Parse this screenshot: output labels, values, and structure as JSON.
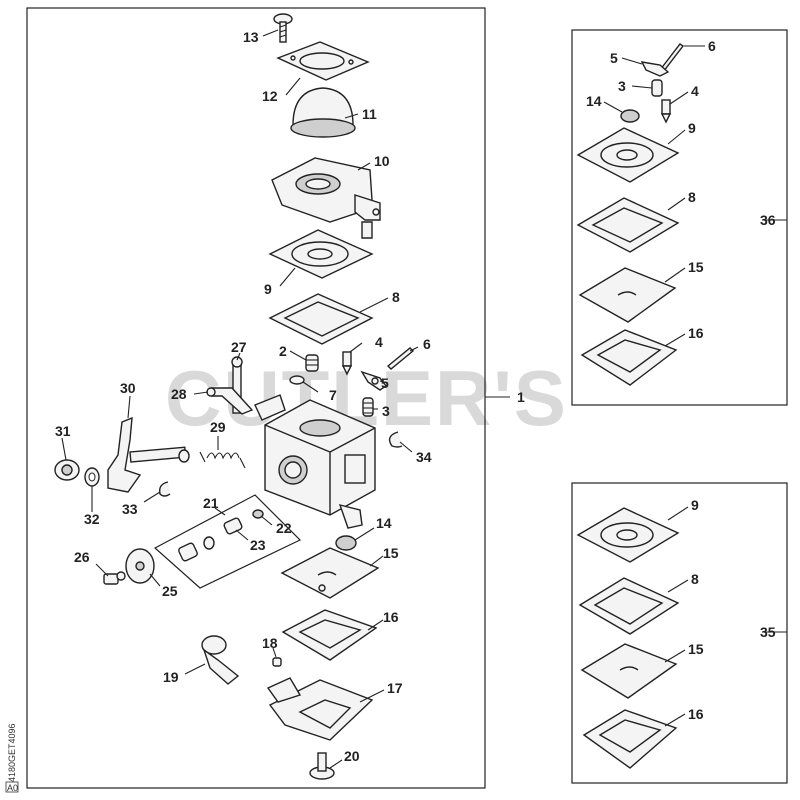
{
  "watermark": "CUTLER'S",
  "doc_code": "4180GET4096",
  "doc_tag": "A0",
  "labels": {
    "p1": "1",
    "p2": "2",
    "p3": "3",
    "p5": "5",
    "p6": "6",
    "p7": "7",
    "p8": "8",
    "p9": "9",
    "p10": "10",
    "p11": "11",
    "p12": "12",
    "p13": "13",
    "p14": "14",
    "p15": "15",
    "p16": "16",
    "p17": "17",
    "p18": "18",
    "p19": "19",
    "p20": "20",
    "p21": "21",
    "p22": "22",
    "p23": "23",
    "p24": "4",
    "p25": "25",
    "p26": "26",
    "p27": "27",
    "p28": "28",
    "p29": "29",
    "p30": "30",
    "p31": "31",
    "p32": "32",
    "p33": "33",
    "p34": "34",
    "k36_5": "5",
    "k36_6": "6",
    "k36_3": "3",
    "k36_4": "4",
    "k36_14": "14",
    "k36_9": "9",
    "k36_8": "8",
    "k36_15": "15",
    "k36_16": "16",
    "k36": "36",
    "k35_9": "9",
    "k35_8": "8",
    "k35_15": "15",
    "k35_16": "16",
    "k35": "35"
  }
}
